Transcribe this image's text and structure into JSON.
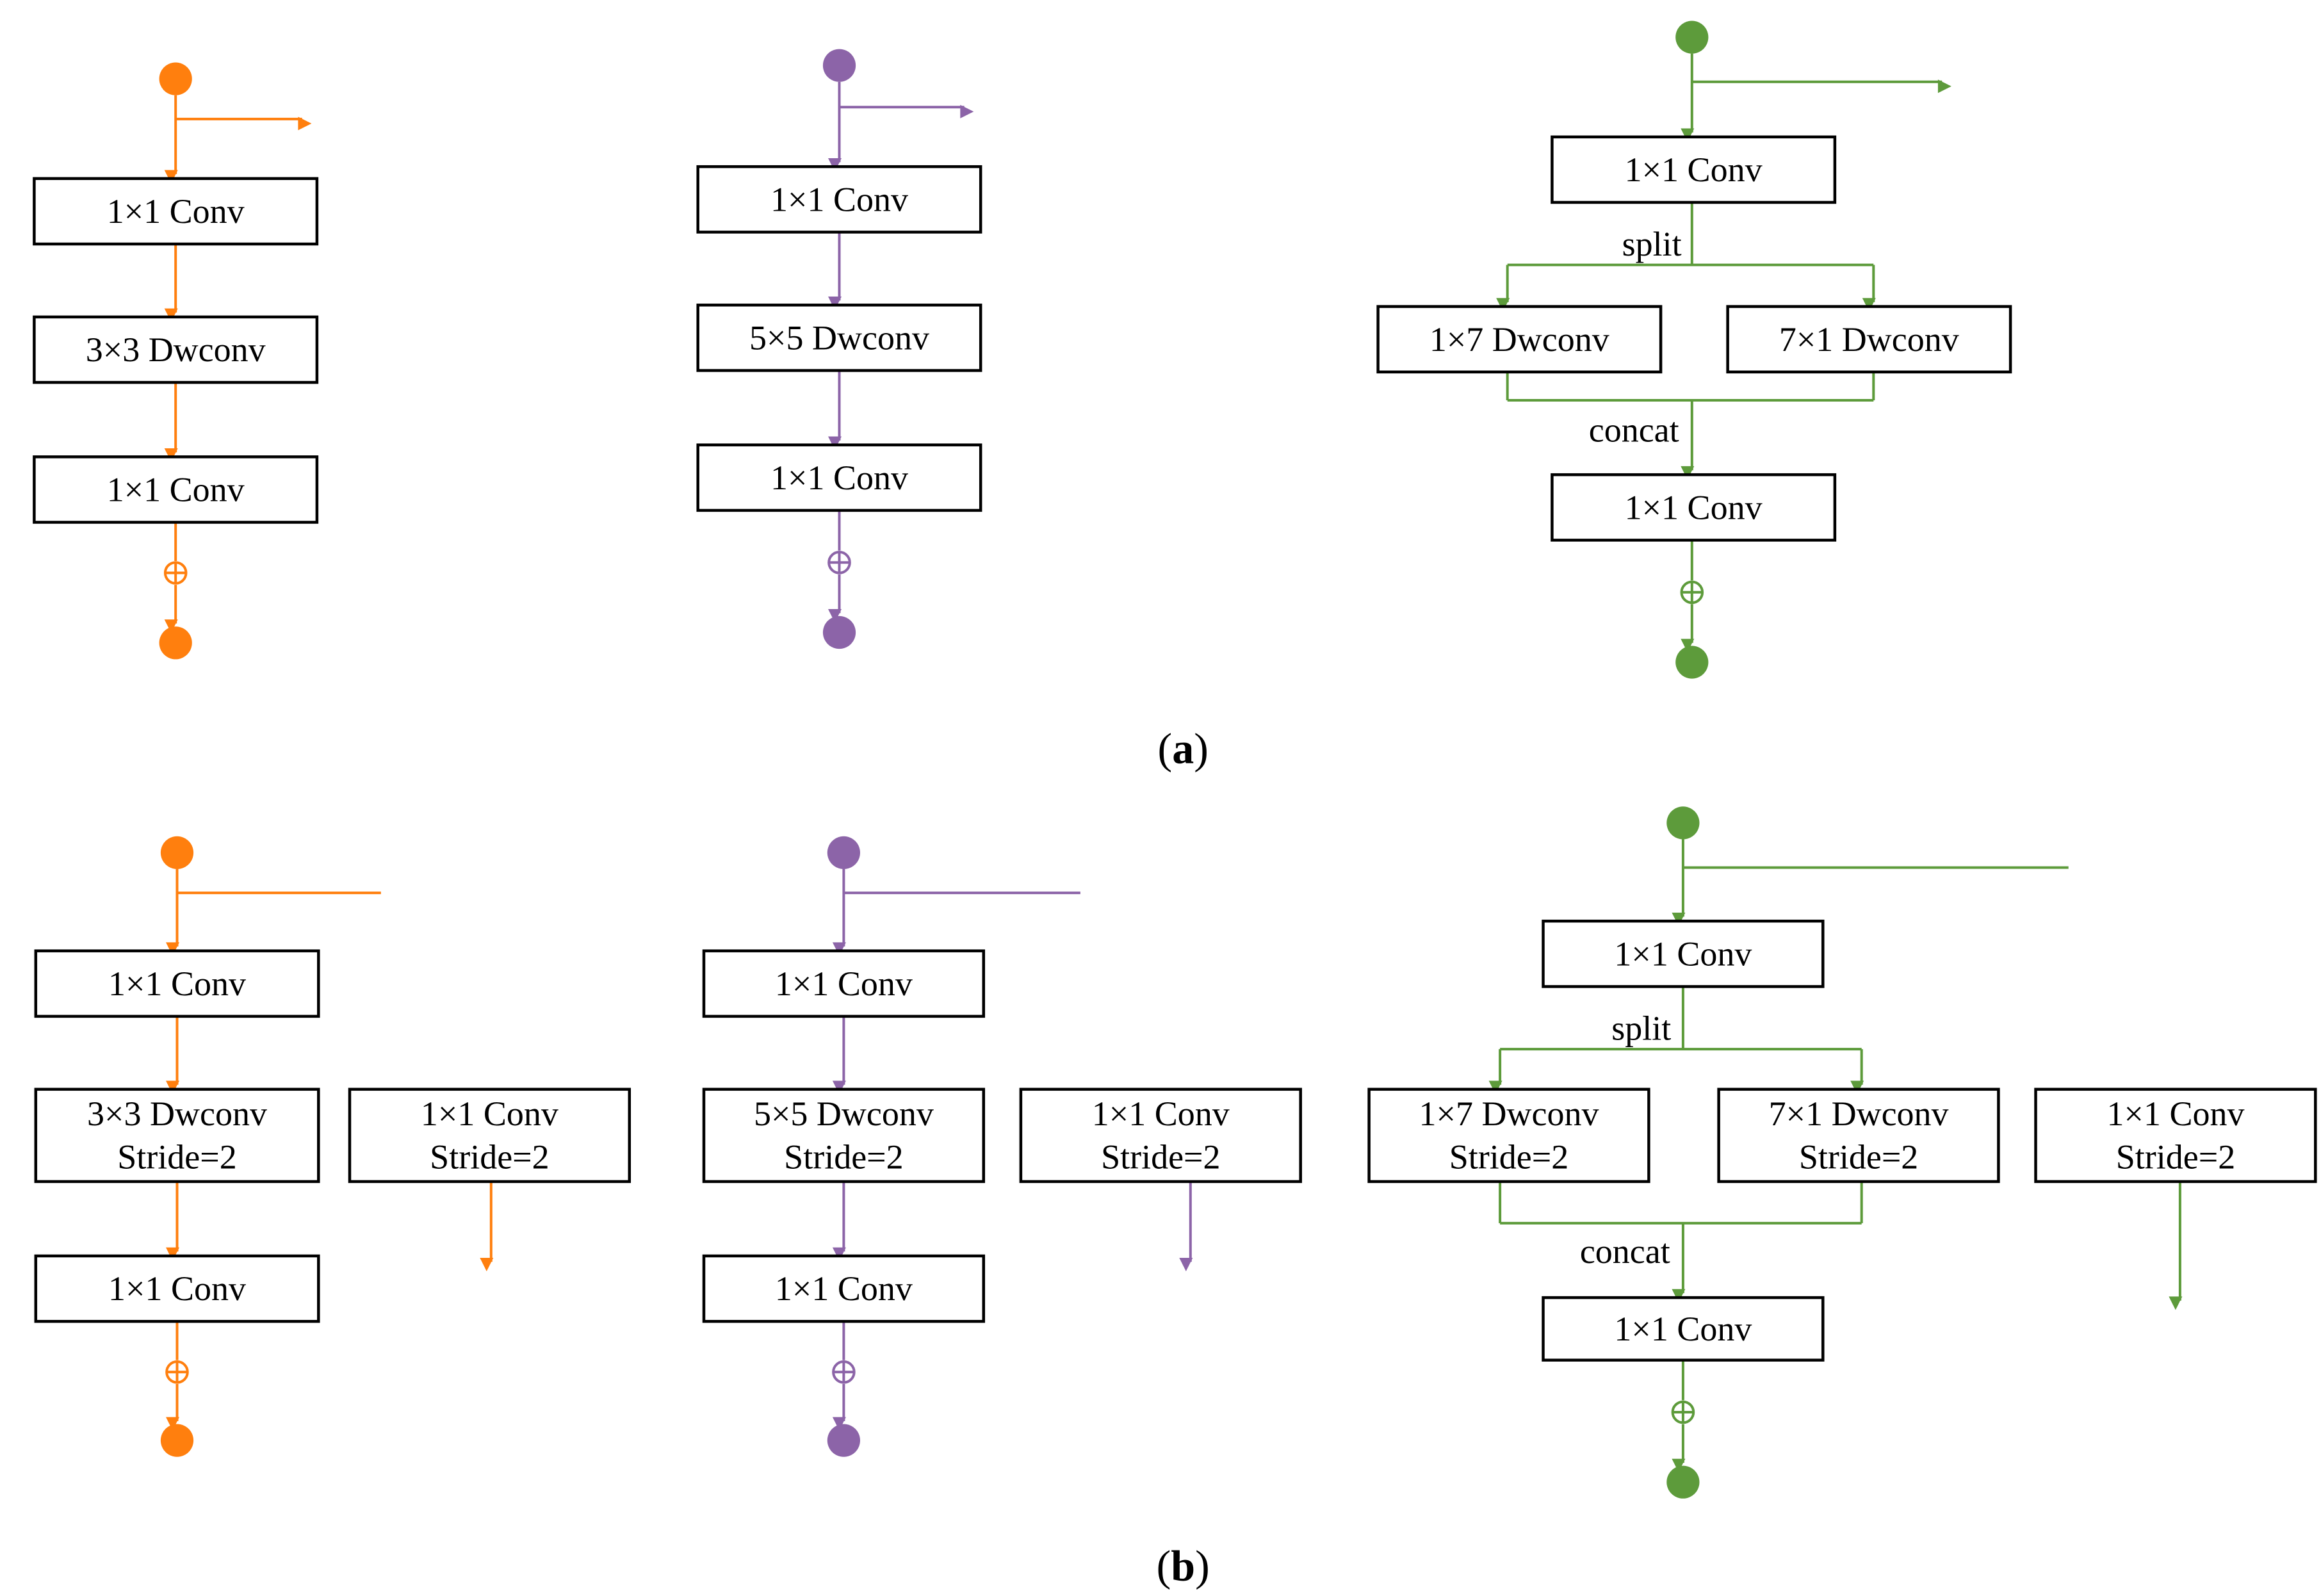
{
  "colors": {
    "orange": "#ff7f0e",
    "purple": "#8c64a8",
    "green": "#5d9b3b"
  },
  "captions": {
    "a": {
      "open": "(",
      "letter": "a",
      "close": ")"
    },
    "b": {
      "open": "(",
      "letter": "b",
      "close": ")"
    }
  },
  "labels": {
    "conv1x1": "1×1 Conv",
    "dw3x3": "3×3 Dwconv",
    "dw5x5": "5×5 Dwconv",
    "dw1x7": "1×7 Dwconv",
    "dw7x1": "7×1 Dwconv",
    "stride": "Stride=2",
    "split": "split",
    "concat": "concat"
  }
}
